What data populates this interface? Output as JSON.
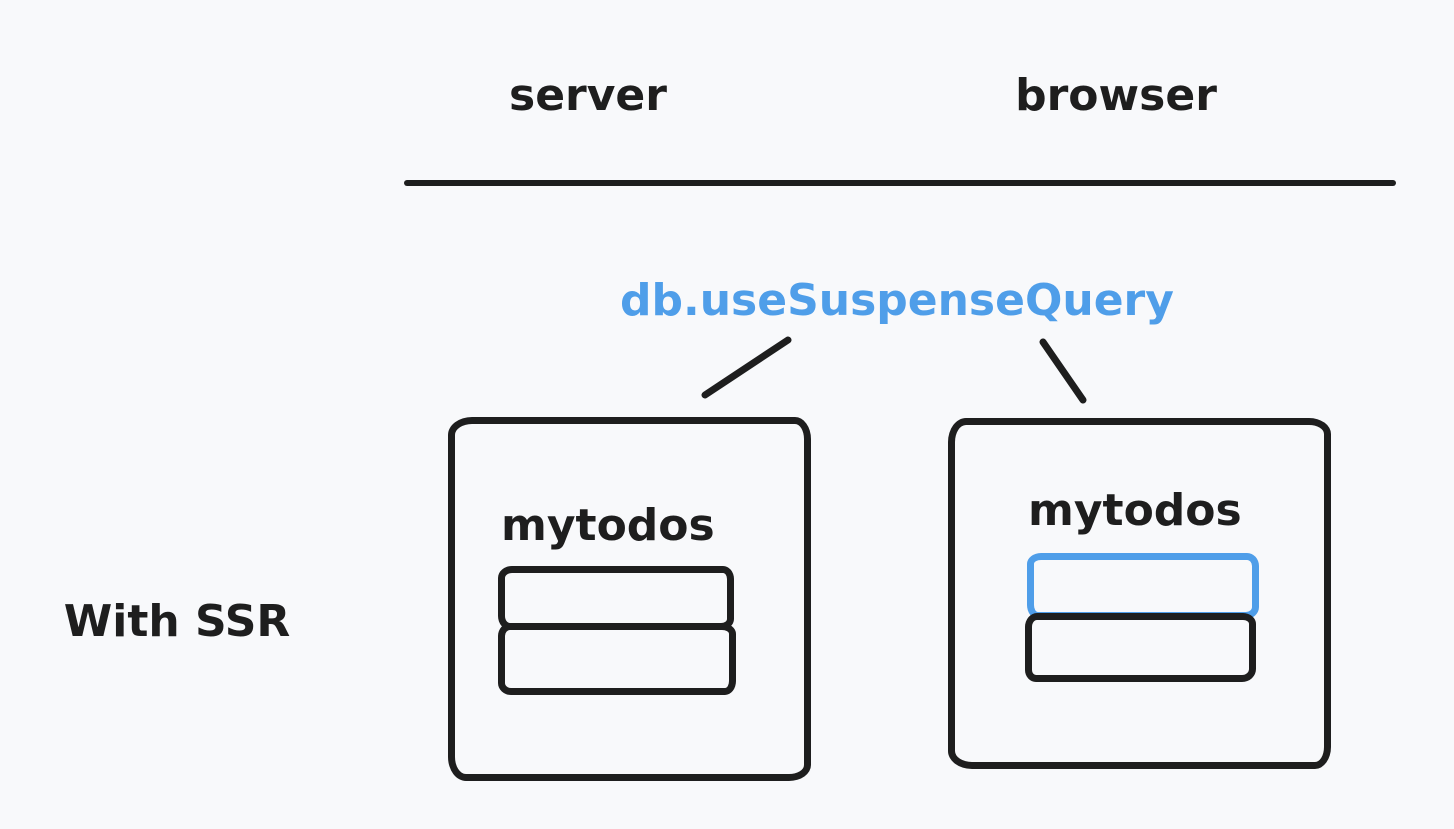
{
  "colors": {
    "background": "#f8f9fb",
    "ink": "#1e1e1e",
    "accent": "#4f9ee9"
  },
  "header": {
    "server_label": "server",
    "browser_label": "browser"
  },
  "annotation": {
    "hook_label": "db.useSuspenseQuery"
  },
  "scenario": {
    "label": "With SSR"
  },
  "server_box": {
    "title": "mytodos",
    "items": [
      {
        "state": "loaded",
        "stroke": "#1e1e1e"
      },
      {
        "state": "loaded",
        "stroke": "#1e1e1e"
      }
    ]
  },
  "browser_box": {
    "title": "mytodos",
    "items": [
      {
        "state": "streaming",
        "stroke": "#4f9ee9"
      },
      {
        "state": "loaded",
        "stroke": "#1e1e1e"
      }
    ]
  }
}
